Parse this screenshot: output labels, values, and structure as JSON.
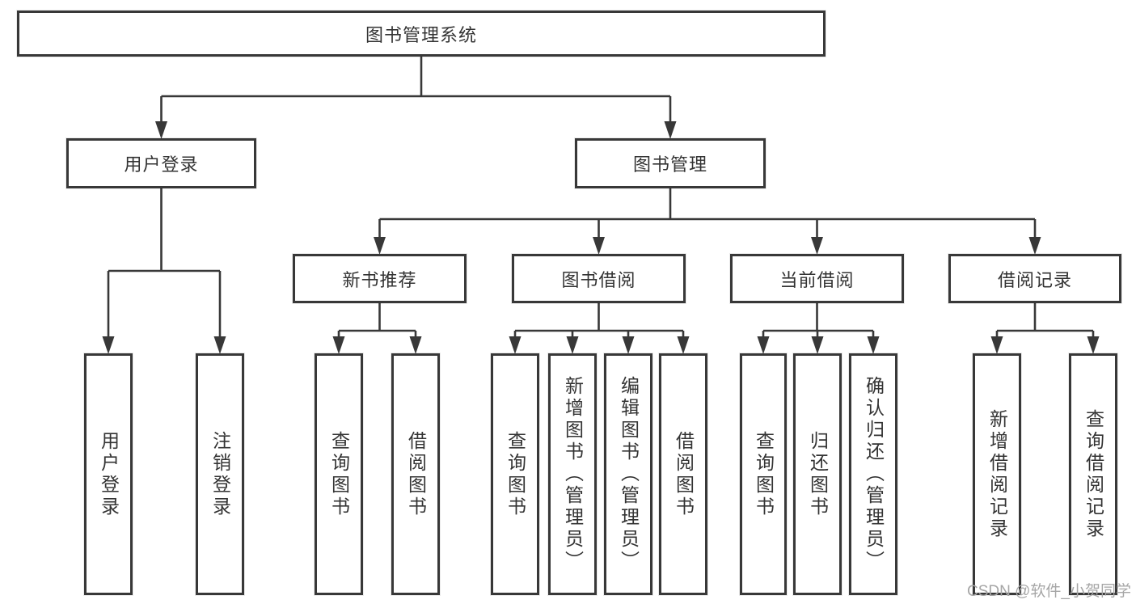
{
  "diagram": {
    "title": "图书管理系统",
    "watermark": "CSDN @软件_小贺同学",
    "colors": {
      "line": "#383838",
      "box_border": "#383838",
      "text": "#333333",
      "watermark": "#a6a6a6",
      "background": "#ffffff"
    },
    "nodes": [
      {
        "id": "root",
        "label": "图书管理系统",
        "level": 1,
        "parent": null
      },
      {
        "id": "user-login",
        "label": "用户登录",
        "level": 2,
        "parent": "root"
      },
      {
        "id": "book-mgmt",
        "label": "图书管理",
        "level": 2,
        "parent": "root"
      },
      {
        "id": "new-book-rec",
        "label": "新书推荐",
        "level": 3,
        "parent": "book-mgmt"
      },
      {
        "id": "book-borrow",
        "label": "图书借阅",
        "level": 3,
        "parent": "book-mgmt"
      },
      {
        "id": "current-borrow",
        "label": "当前借阅",
        "level": 3,
        "parent": "book-mgmt"
      },
      {
        "id": "borrow-record",
        "label": "借阅记录",
        "level": 3,
        "parent": "book-mgmt"
      },
      {
        "id": "leaf-user-login",
        "label": "用户登录",
        "level": 4,
        "parent": "user-login"
      },
      {
        "id": "leaf-logout",
        "label": "注销登录",
        "level": 4,
        "parent": "user-login"
      },
      {
        "id": "leaf-query-1",
        "label": "查询图书",
        "level": 4,
        "parent": "new-book-rec"
      },
      {
        "id": "leaf-borrow-1",
        "label": "借阅图书",
        "level": 4,
        "parent": "new-book-rec"
      },
      {
        "id": "leaf-query-2",
        "label": "查询图书",
        "level": 4,
        "parent": "book-borrow"
      },
      {
        "id": "leaf-add-book",
        "label": "新增图书（管理员）",
        "level": 4,
        "parent": "book-borrow"
      },
      {
        "id": "leaf-edit-book",
        "label": "编辑图书（管理员）",
        "level": 4,
        "parent": "book-borrow"
      },
      {
        "id": "leaf-borrow-2",
        "label": "借阅图书",
        "level": 4,
        "parent": "book-borrow"
      },
      {
        "id": "leaf-query-3",
        "label": "查询图书",
        "level": 4,
        "parent": "current-borrow"
      },
      {
        "id": "leaf-return-book",
        "label": "归还图书",
        "level": 4,
        "parent": "current-borrow"
      },
      {
        "id": "leaf-confirm-ret",
        "label": "确认归还（管理员）",
        "level": 4,
        "parent": "current-borrow"
      },
      {
        "id": "leaf-add-record",
        "label": "新增借阅记录",
        "level": 4,
        "parent": "borrow-record"
      },
      {
        "id": "leaf-query-record",
        "label": "查询借阅记录",
        "level": 4,
        "parent": "borrow-record"
      }
    ]
  }
}
